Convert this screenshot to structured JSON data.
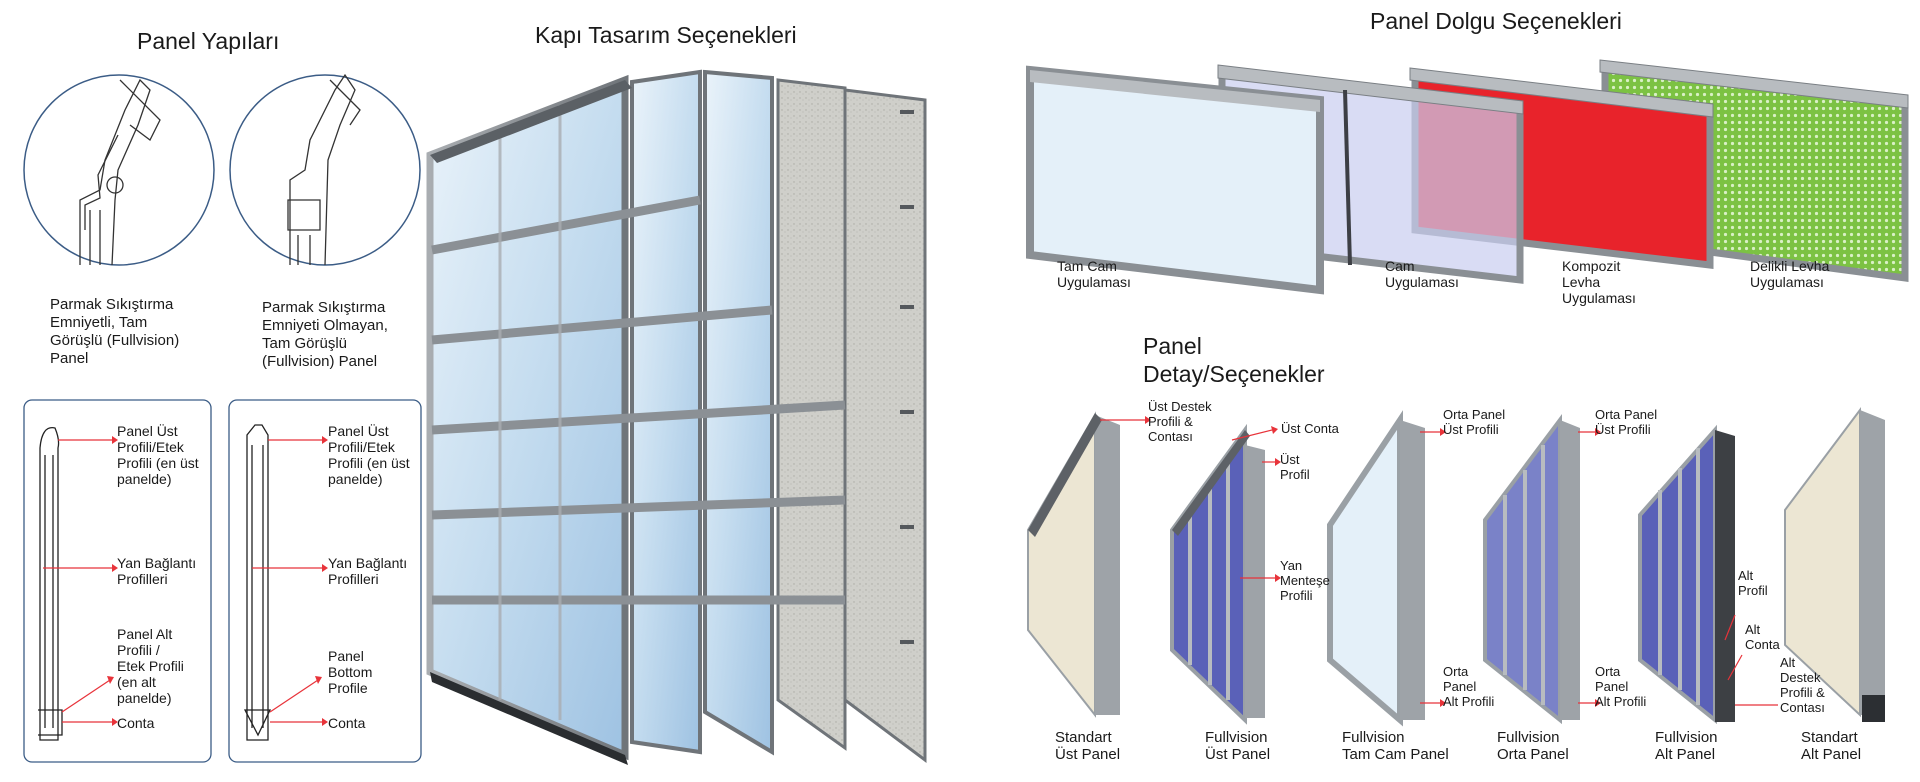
{
  "titles": {
    "panel_structures": "Panel Yapıları",
    "door_design": "Kapı Tasarım Seçenekleri",
    "infill_options": "Panel Dolgu Seçenekleri",
    "detail_options": "Panel\nDetay/Seçenekler"
  },
  "structures": {
    "left_caption": "Parmak Sıkıştırma\nEmniyetli, Tam\nGörüşlü (Fullvision)\nPanel",
    "right_caption": "Parmak Sıkıştırma\nEmniyeti Olmayan,\nTam Görüşlü\n(Fullvision) Panel",
    "left_labels": [
      "Panel Üst\nProfili/Etek\nProfili (en üst\npanelde)",
      "Yan Bağlantı\nProfilleri",
      "Panel Alt\nProfili /\nEtek Profili\n(en alt\npanelde)",
      "Conta"
    ],
    "right_labels": [
      "Panel Üst\nProfili/Etek\nProfili (en üst\npanelde)",
      "Yan Bağlantı\nProfilleri",
      "Panel\nBottom\nProfile",
      "Conta"
    ]
  },
  "infills": [
    "Tam Cam\nUygulaması",
    "Cam\nUygulaması",
    "Kompozit\nLevha\nUygulaması",
    "Delikli Levha\nUygulaması"
  ],
  "details": {
    "captions": [
      "Standart\nÜst Panel",
      "Fullvision\nÜst Panel",
      "Fullvision\nTam Cam Panel",
      "Fullvision\nOrta Panel",
      "Fullvision\nAlt Panel",
      "Standart\nAlt Panel"
    ],
    "callouts": [
      "Üst Destek\nProfili &\nContası",
      "Üst Conta",
      "Üst\nProfil",
      "Yan\nMenteşe\nProfili",
      "Orta Panel\nÜst Profili",
      "Orta\nPanel\nAlt Profili",
      "Orta Panel\nÜst Profili",
      "Orta\nPanel\nAlt Profili",
      "Alt\nProfil",
      "Alt\nConta",
      "Alt\nDestek\nProfili &\nContası"
    ]
  },
  "colors": {
    "callout": "#e8333a",
    "frame": "#8a8f94",
    "glass": "#cfe3f1",
    "composite": "#e8232b",
    "perforated": "#7cc243",
    "outline": "#3b5c86",
    "insulated": "#ece6d3"
  }
}
